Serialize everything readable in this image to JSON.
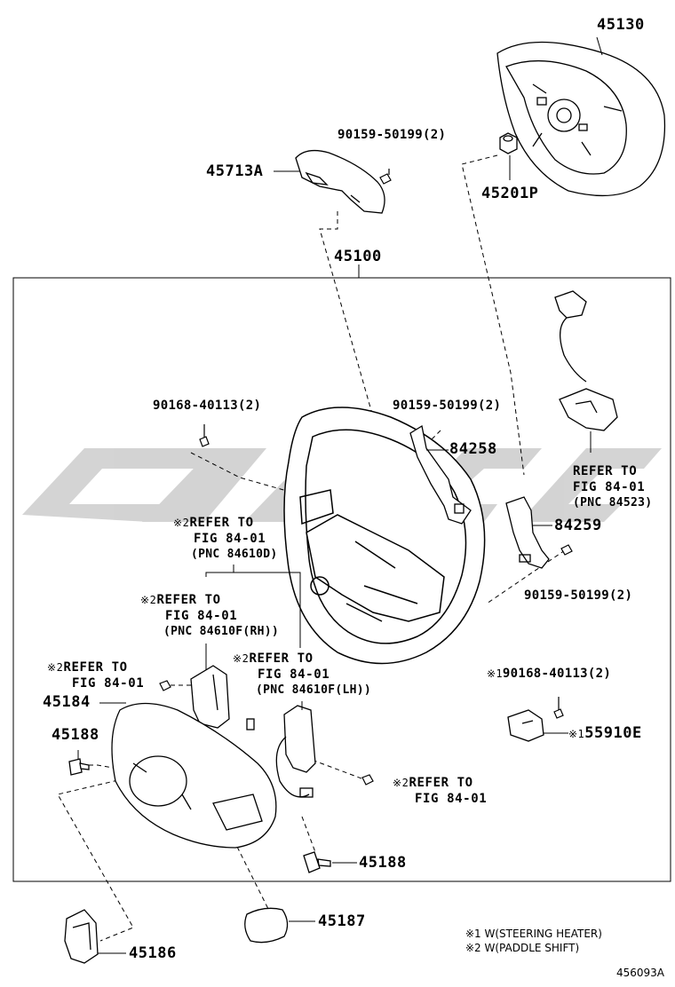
{
  "parts": {
    "p45130": "45130",
    "p45100": "45100",
    "p45713A": "45713A",
    "p45201P": "45201P",
    "p84258": "84258",
    "p84259": "84259",
    "p45184": "45184",
    "p45188_upper": "45188",
    "p45188_lower": "45188",
    "p45187": "45187",
    "p45186": "45186",
    "p55910E": "55910E",
    "bolt_top": "90159-50199(2)",
    "bolt_mid": "90159-50199(2)",
    "bolt_right": "90159-50199(2)",
    "screw_left": "90168-40113(2)",
    "screw_right": "90168-40113(2)"
  },
  "refs": {
    "refer_to": "REFER TO",
    "fig": "FIG 84-01",
    "pnc_84523": "(PNC 84523)",
    "pnc_84610D": "(PNC 84610D)",
    "pnc_84610F_RH": "(PNC 84610F(RH))",
    "pnc_84610F_LH": "(PNC 84610F(LH))"
  },
  "markers": {
    "m1": "※1",
    "m2": "※2"
  },
  "legend": {
    "line1": "※1 W(STEERING HEATER)",
    "line2": "※2 W(PADDLE SHIFT)"
  },
  "figure_id": "456093A",
  "colors": {
    "ink": "#000000",
    "watermark": "#c8c8c8",
    "background": "#ffffff"
  }
}
